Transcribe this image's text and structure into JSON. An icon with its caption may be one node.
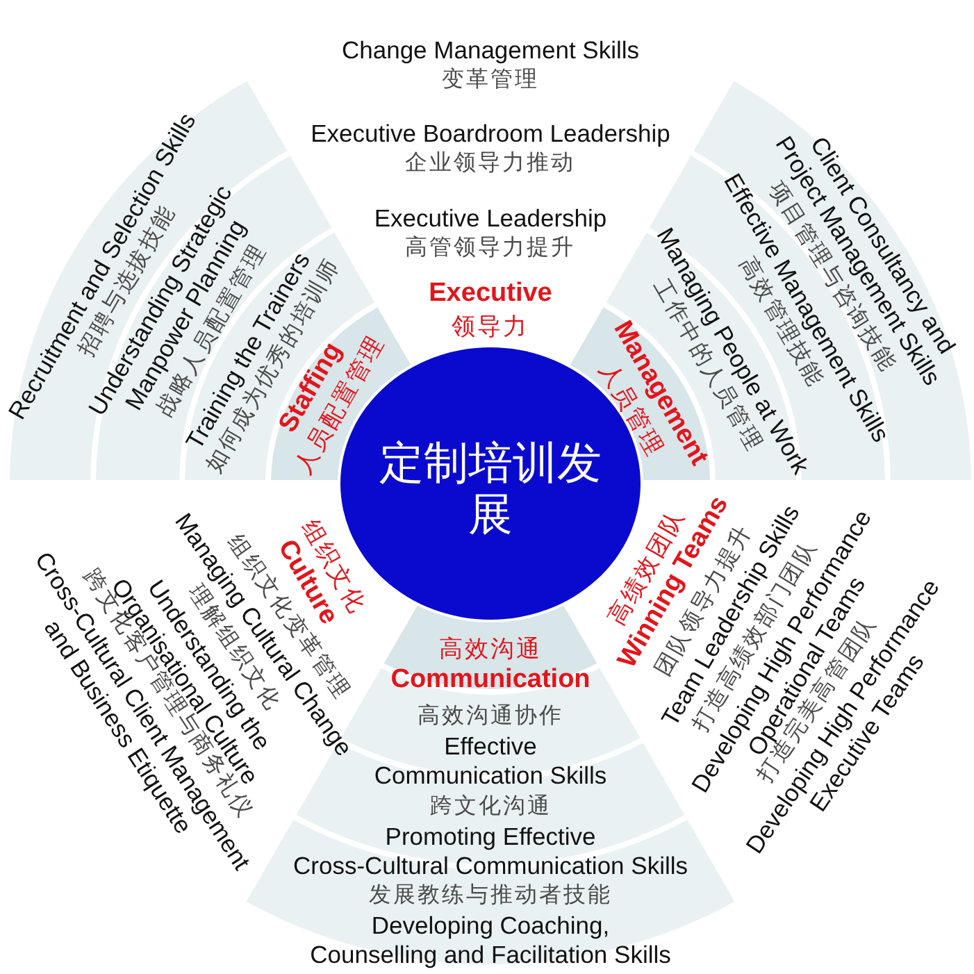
{
  "diagram": {
    "nodes": [
      {
        "text": [
          "定制培训发展"
        ]
      },
      {
        "text": [
          "Staffing",
          "人员配置管理"
        ]
      },
      {
        "text": [
          "Training the Trainers",
          "如何成为优秀的培训师"
        ]
      },
      {
        "text": [
          "Understanding Strategic Manpower Planning",
          "战略人员配置管理"
        ]
      },
      {
        "text": [
          "Recruitment and Selection Skills",
          "招聘与选拔技能"
        ]
      },
      {
        "text": [
          "Management",
          "人员管理"
        ]
      },
      {
        "text": [
          "Managing People at Work",
          "工作中的人员管理"
        ]
      },
      {
        "text": [
          "Effective Management Skills",
          "高效管理技能"
        ]
      },
      {
        "text": [
          "Client Consultancy and Project Management Skills",
          "项目管理与咨询技能"
        ]
      },
      {
        "text": [
          "高效沟通",
          "Communication"
        ]
      },
      {
        "text": [
          "高效沟通协作",
          "Effective Communication Skills"
        ]
      },
      {
        "text": [
          "跨文化沟通",
          "Promoting Effective Cross-Cultural Communication Skills"
        ]
      },
      {
        "text": [
          "发展教练与推动者技能",
          "Developing Coaching, Counselling and Facilitation Skills"
        ]
      }
    ],
    "labels": [
      "Change Management Skills",
      "变革管理",
      "Executive Boardroom Leadership",
      "企业领导力推动",
      "Executive Leadership",
      "高管领导力提升",
      "Executive",
      "领导力",
      "高绩效团队",
      "Winning Teams",
      "团队领导力提升",
      "Team Leadership Skills",
      "打造高绩效部门团队",
      "Developing High Performance Operational Teams",
      "打造完美高管团队",
      "Developing High Performance Executive Teams",
      "组织文化",
      "Culture",
      "组织文化变革管理",
      "Managing Cultural Change",
      "理解组织文化",
      "Understanding the Organisational Culture",
      "跨文化客户管理与商务礼仪",
      "Cross-Cultural Client Management and Business Etiquette"
    ]
  }
}
